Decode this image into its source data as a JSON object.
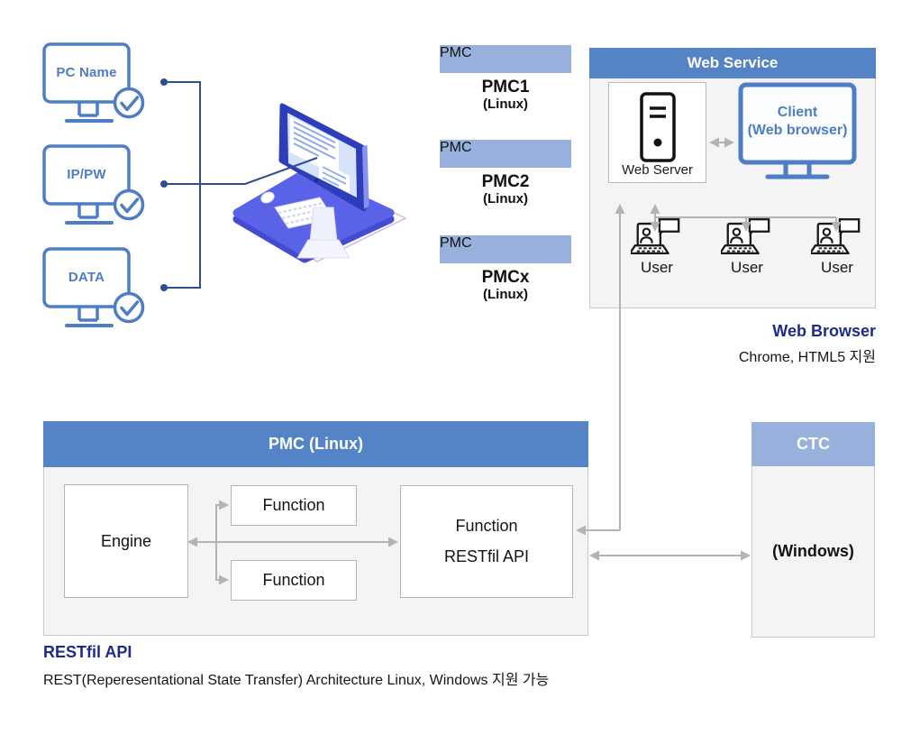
{
  "colors": {
    "header_blue": "#5484c6",
    "header_light_blue": "#97b1dc",
    "panel_body_gray": "#f4f4f6",
    "arrow_gray": "#b3b3b3",
    "connector_navy": "#2e4f8e",
    "icon_blue": "#4d7dc4",
    "note_navy": "#1e2b87",
    "illustration_blue": "#5a62e8"
  },
  "inputs": {
    "items": [
      {
        "label": "PC Name"
      },
      {
        "label": "IP/PW"
      },
      {
        "label": "DATA"
      }
    ]
  },
  "pmc_stack": {
    "items": [
      {
        "header": "PMC",
        "name": "PMC1",
        "os": "(Linux)"
      },
      {
        "header": "PMC",
        "name": "PMC2",
        "os": "(Linux)"
      },
      {
        "header": "PMC",
        "name": "PMCx",
        "os": "(Linux)"
      }
    ]
  },
  "web_service": {
    "title": "Web Service",
    "server_label": "Web Server",
    "client_line1": "Client",
    "client_line2": "(Web browser)",
    "users": [
      "User",
      "User",
      "User"
    ]
  },
  "web_browser_note": {
    "title": "Web Browser",
    "subtitle": "Chrome, HTML5 지원"
  },
  "pmc_linux": {
    "title": "PMC (Linux)",
    "engine": "Engine",
    "function_top": "Function",
    "function_bottom": "Function",
    "api_line1": "Function",
    "api_line2": "RESTfil API"
  },
  "ctc": {
    "title": "CTC",
    "body": "(Windows)"
  },
  "restfil_note": {
    "title": "RESTfil API",
    "subtitle": "REST(Reperesentational State Transfer) Architecture Linux, Windows 지원 가능"
  }
}
